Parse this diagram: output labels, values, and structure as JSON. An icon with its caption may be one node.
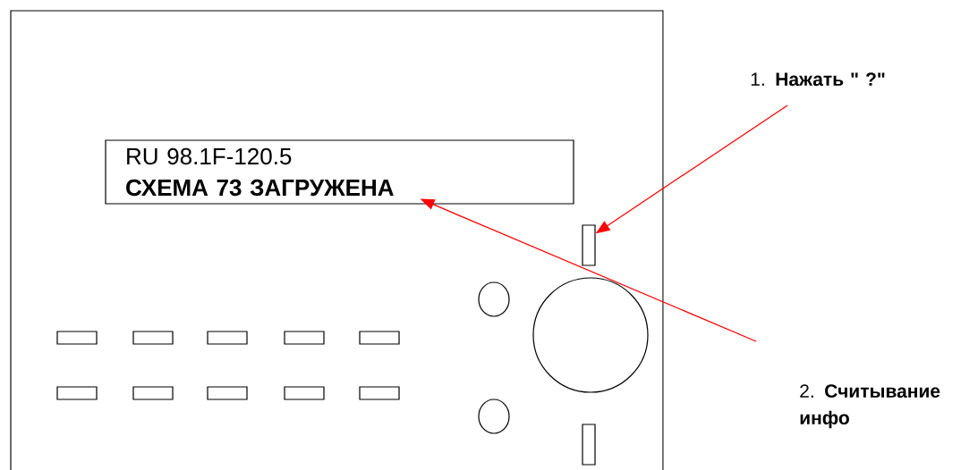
{
  "diagram": {
    "nodes": [
      {
        "text": [],
        "shape": "box"
      },
      {
        "text": [
          "RU 98.1F-120.5",
          "СХЕМА  73  ЗАГРУЖЕНА"
        ],
        "in": 0
      },
      {
        "text": [
          "1. **Нажать \" ?\"**"
        ]
      },
      {
        "text": [
          "2. **Считывание инфо**"
        ]
      },
      {
        "text": [],
        "shape": "box",
        "in": 0
      },
      {
        "text": [],
        "shape": "circle",
        "in": 0
      },
      {
        "text": [],
        "shape": "circle",
        "in": 0
      },
      {
        "text": [],
        "shape": "box",
        "in": 0
      },
      {
        "text": [],
        "shape": "box",
        "in": 0
      },
      {
        "text": [],
        "shape": "box",
        "in": 0
      },
      {
        "text": [],
        "shape": "box",
        "in": 0
      },
      {
        "text": [],
        "shape": "box",
        "in": 0
      },
      {
        "text": [],
        "shape": "box",
        "in": 0
      },
      {
        "text": [],
        "shape": "box",
        "in": 0
      },
      {
        "text": [],
        "shape": "box",
        "in": 0
      },
      {
        "text": [],
        "shape": "box",
        "in": 0
      },
      {
        "text": [],
        "shape": "box",
        "in": 0
      },
      {
        "text": [],
        "shape": "circle",
        "in": 0
      },
      {
        "text": [],
        "shape": "box",
        "in": 0
      }
    ],
    "edges": [
      {
        "from": 2,
        "to": 4,
        "arrow": "to"
      },
      {
        "from": 3,
        "to": 1,
        "arrow": "to"
      }
    ]
  }
}
